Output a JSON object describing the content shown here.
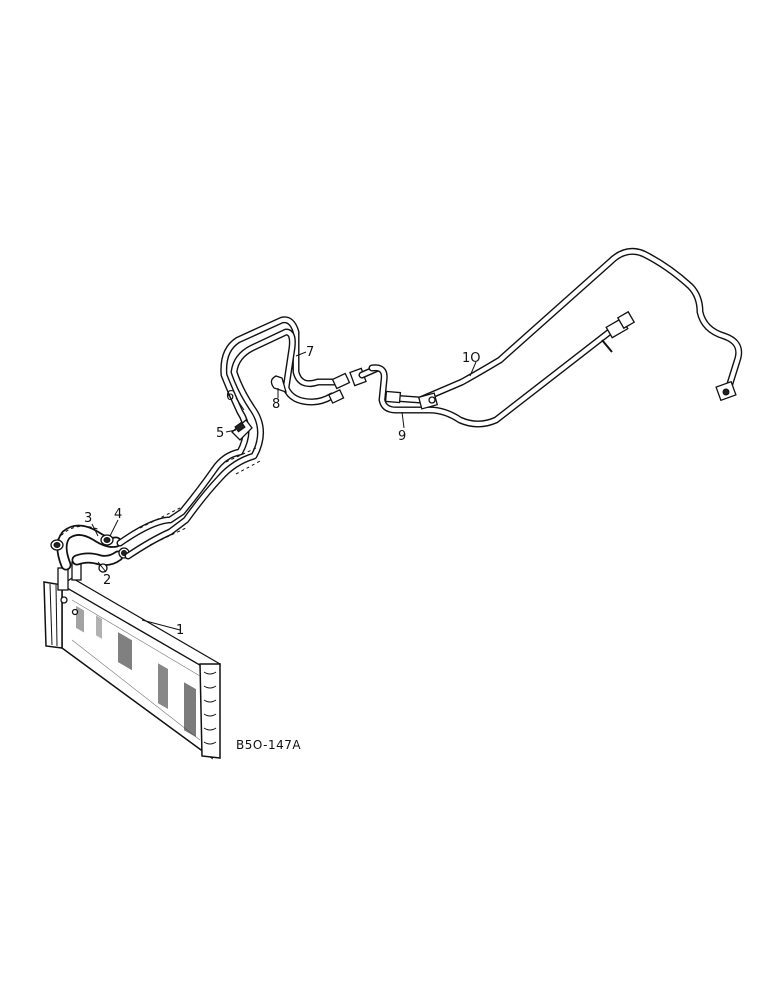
{
  "diagram": {
    "reference_code": "B5O-147A",
    "callouts": [
      {
        "id": "1",
        "label": "1"
      },
      {
        "id": "2",
        "label": "2"
      },
      {
        "id": "3",
        "label": "3"
      },
      {
        "id": "4",
        "label": "4"
      },
      {
        "id": "5",
        "label": "5"
      },
      {
        "id": "6",
        "label": "6"
      },
      {
        "id": "7",
        "label": "7"
      },
      {
        "id": "8",
        "label": "8"
      },
      {
        "id": "9",
        "label": "9"
      },
      {
        "id": "10",
        "label": "1O"
      }
    ],
    "colors": {
      "ink": "#111111",
      "paper": "#ffffff"
    }
  }
}
